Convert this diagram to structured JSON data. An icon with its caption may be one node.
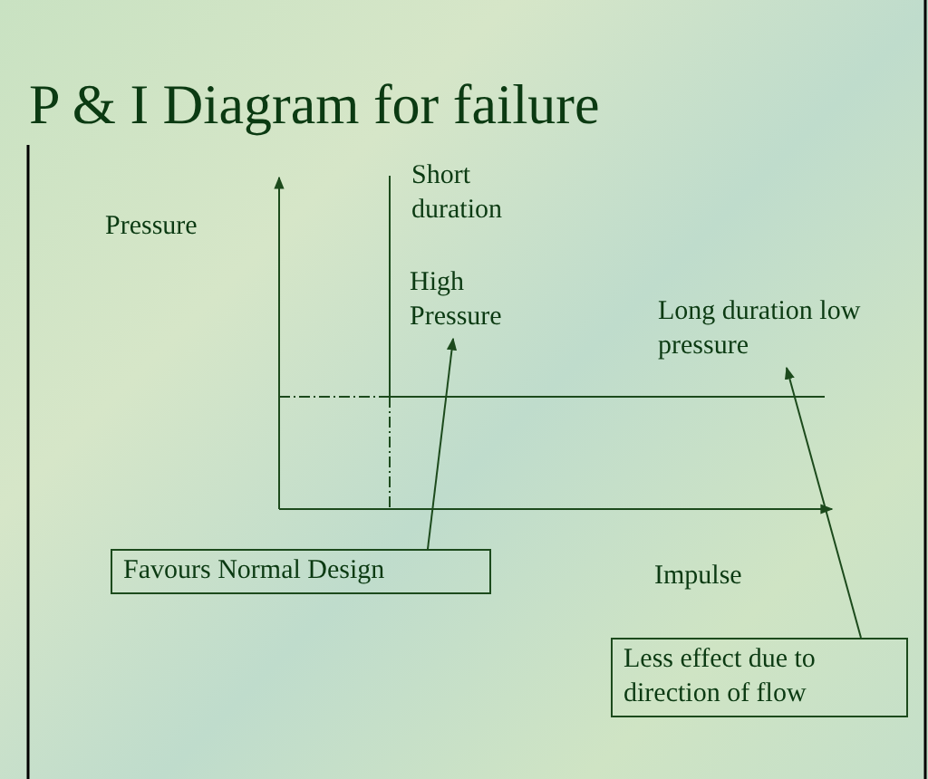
{
  "diagram": {
    "title": "P & I Diagram for failure",
    "nodes": [
      {
        "text": [
          "High Pressure"
        ]
      },
      {
        "text": [
          "Long duration low pressure"
        ]
      },
      {
        "text": [
          "Favours Normal Design"
        ]
      },
      {
        "text": [
          "Less effect due to direction of flow"
        ]
      }
    ],
    "edges": [
      {
        "from": 2,
        "to": 0,
        "arrow": "to"
      },
      {
        "from": 3,
        "to": 1,
        "arrow": "to"
      }
    ],
    "labels": [
      "Pressure",
      "Short duration",
      "Impulse"
    ]
  }
}
